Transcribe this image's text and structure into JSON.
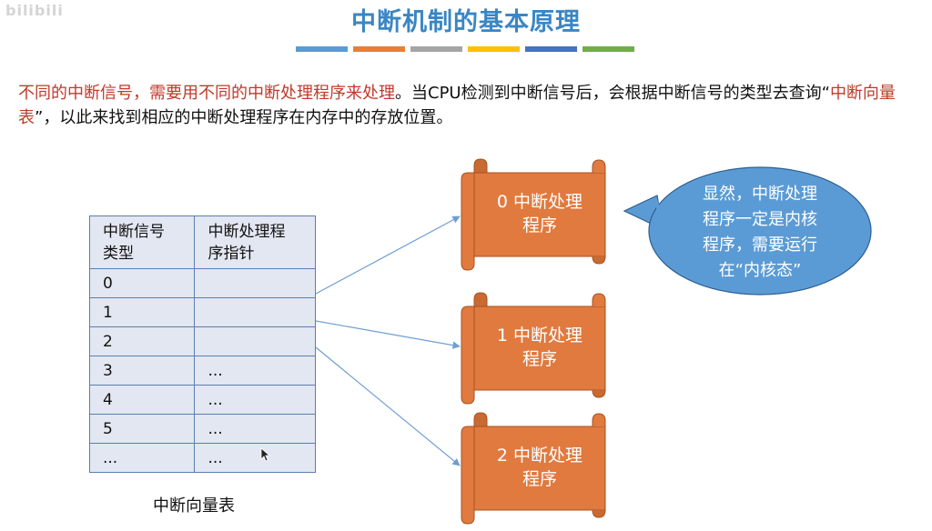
{
  "watermark": "bilibili",
  "title": "中断机制的基本原理",
  "stripe_colors": [
    "#5b9bd5",
    "#ed7d31",
    "#a5a5a5",
    "#ffc000",
    "#4472c4",
    "#70ad47"
  ],
  "intro": {
    "red1": "不同的中断信号，需要用不同的中断处理程序来处理",
    "black1": "。当CPU检测到中断信号后，会根据中断信号的类型去查询",
    "quote_open": "“",
    "red2": "中断向量表",
    "quote_close": "”",
    "black2": "，以此来找到相应的中断处理程序在内存中的存放位置。"
  },
  "table": {
    "headers": [
      "中断信号类型",
      "中断处理程序指针"
    ],
    "rows": [
      [
        "0",
        ""
      ],
      [
        "1",
        ""
      ],
      [
        "2",
        ""
      ],
      [
        "3",
        "..."
      ],
      [
        "4",
        "..."
      ],
      [
        "5",
        "..."
      ],
      [
        "...",
        "..."
      ]
    ],
    "caption": "中断向量表"
  },
  "handlers": [
    {
      "line1": "0 中断处理",
      "line2": "程序"
    },
    {
      "line1": "1 中断处理",
      "line2": "程序"
    },
    {
      "line1": "2 中断处理",
      "line2": "程序"
    }
  ],
  "bubble": {
    "lines": [
      "显然，中断处理",
      "程序一定是内核",
      "程序，需要运行",
      "在“内核态”"
    ]
  },
  "colors": {
    "title": "#3a86c4",
    "highlight": "#c0392b",
    "scroll_fill": "#e07a3f",
    "scroll_stroke": "#a8521f",
    "bubble_fill": "#5b9bd5",
    "bubble_stroke": "#2e5e8e",
    "table_fill": "#e3e7f2",
    "table_border": "#5b7fae",
    "arrow": "#6f9fd2"
  }
}
